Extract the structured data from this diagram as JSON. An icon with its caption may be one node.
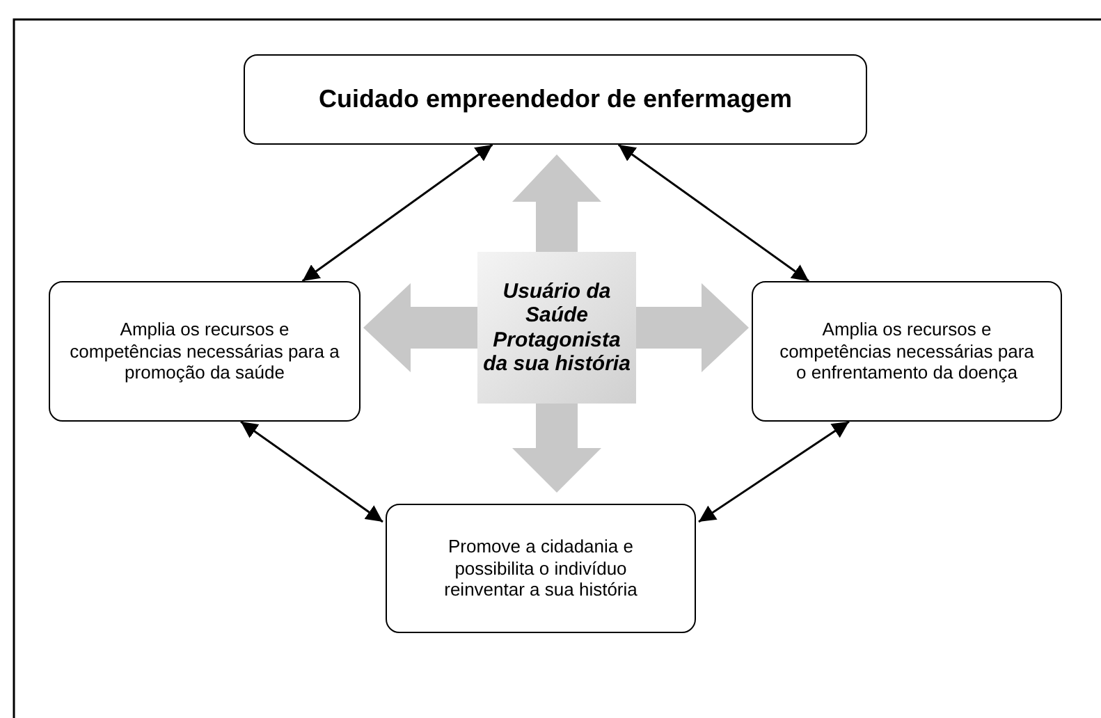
{
  "diagram": {
    "nodes": [
      {
        "text": [
          "Cuidado empreendedor de enfermagem"
        ]
      },
      {
        "text": [
          "Amplia os recursos e competências necessárias para a promoção da saúde"
        ]
      },
      {
        "text": [
          "Usuário da Saúde Protagonista da sua história"
        ]
      },
      {
        "text": [
          "Amplia os recursos e competências necessárias para o enfrentamento da doença"
        ]
      },
      {
        "text": [
          "Promove a cidadania e possibilita o indivíduo reinventar a sua história"
        ]
      }
    ],
    "edges": [
      {
        "from": 1,
        "to": 0,
        "arrow": "both"
      },
      {
        "from": 3,
        "to": 0,
        "arrow": "both"
      },
      {
        "from": 1,
        "to": 4,
        "arrow": "both"
      },
      {
        "from": 3,
        "to": 4,
        "arrow": "both"
      },
      {
        "from": 2,
        "to": 0,
        "arrow": "to",
        "style": "thick",
        "color": "#c8c8c8"
      },
      {
        "from": 2,
        "to": 1,
        "arrow": "to",
        "style": "thick",
        "color": "#c8c8c8"
      },
      {
        "from": 2,
        "to": 3,
        "arrow": "to",
        "style": "thick",
        "color": "#c8c8c8"
      },
      {
        "from": 2,
        "to": 4,
        "arrow": "to",
        "style": "thick",
        "color": "#c8c8c8"
      }
    ]
  }
}
